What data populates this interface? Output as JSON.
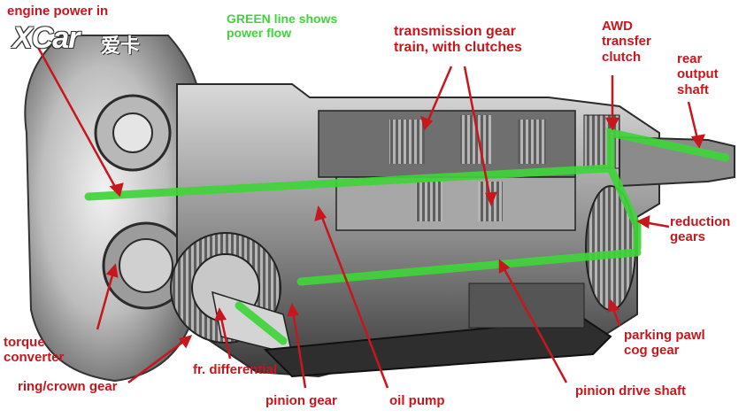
{
  "watermark": {
    "latin": "XCar",
    "cn": "爱卡"
  },
  "colors": {
    "label": "#c8161d",
    "power_flow": "#3fd43a",
    "housing": "#9a9a9a",
    "dark": "#2b2b2b"
  },
  "labels": {
    "engine_power": "engine power in",
    "power_flow_note": "GREEN line shows\npower flow",
    "gear_train": "transmission gear\ntrain, with clutches",
    "awd_clutch": "AWD\ntransfer\nclutch",
    "rear_output": "rear\noutput\nshaft",
    "reduction_gears": "reduction\ngears",
    "torque_converter": "torque\nconverter",
    "parking_pawl": "parking pawl\ncog gear",
    "fr_differential": "fr. differential",
    "ring_gear": "ring/crown gear",
    "pinion_gear": "pinion gear",
    "oil_pump": "oil pump",
    "pinion_drive_shaft": "pinion drive shaft"
  }
}
